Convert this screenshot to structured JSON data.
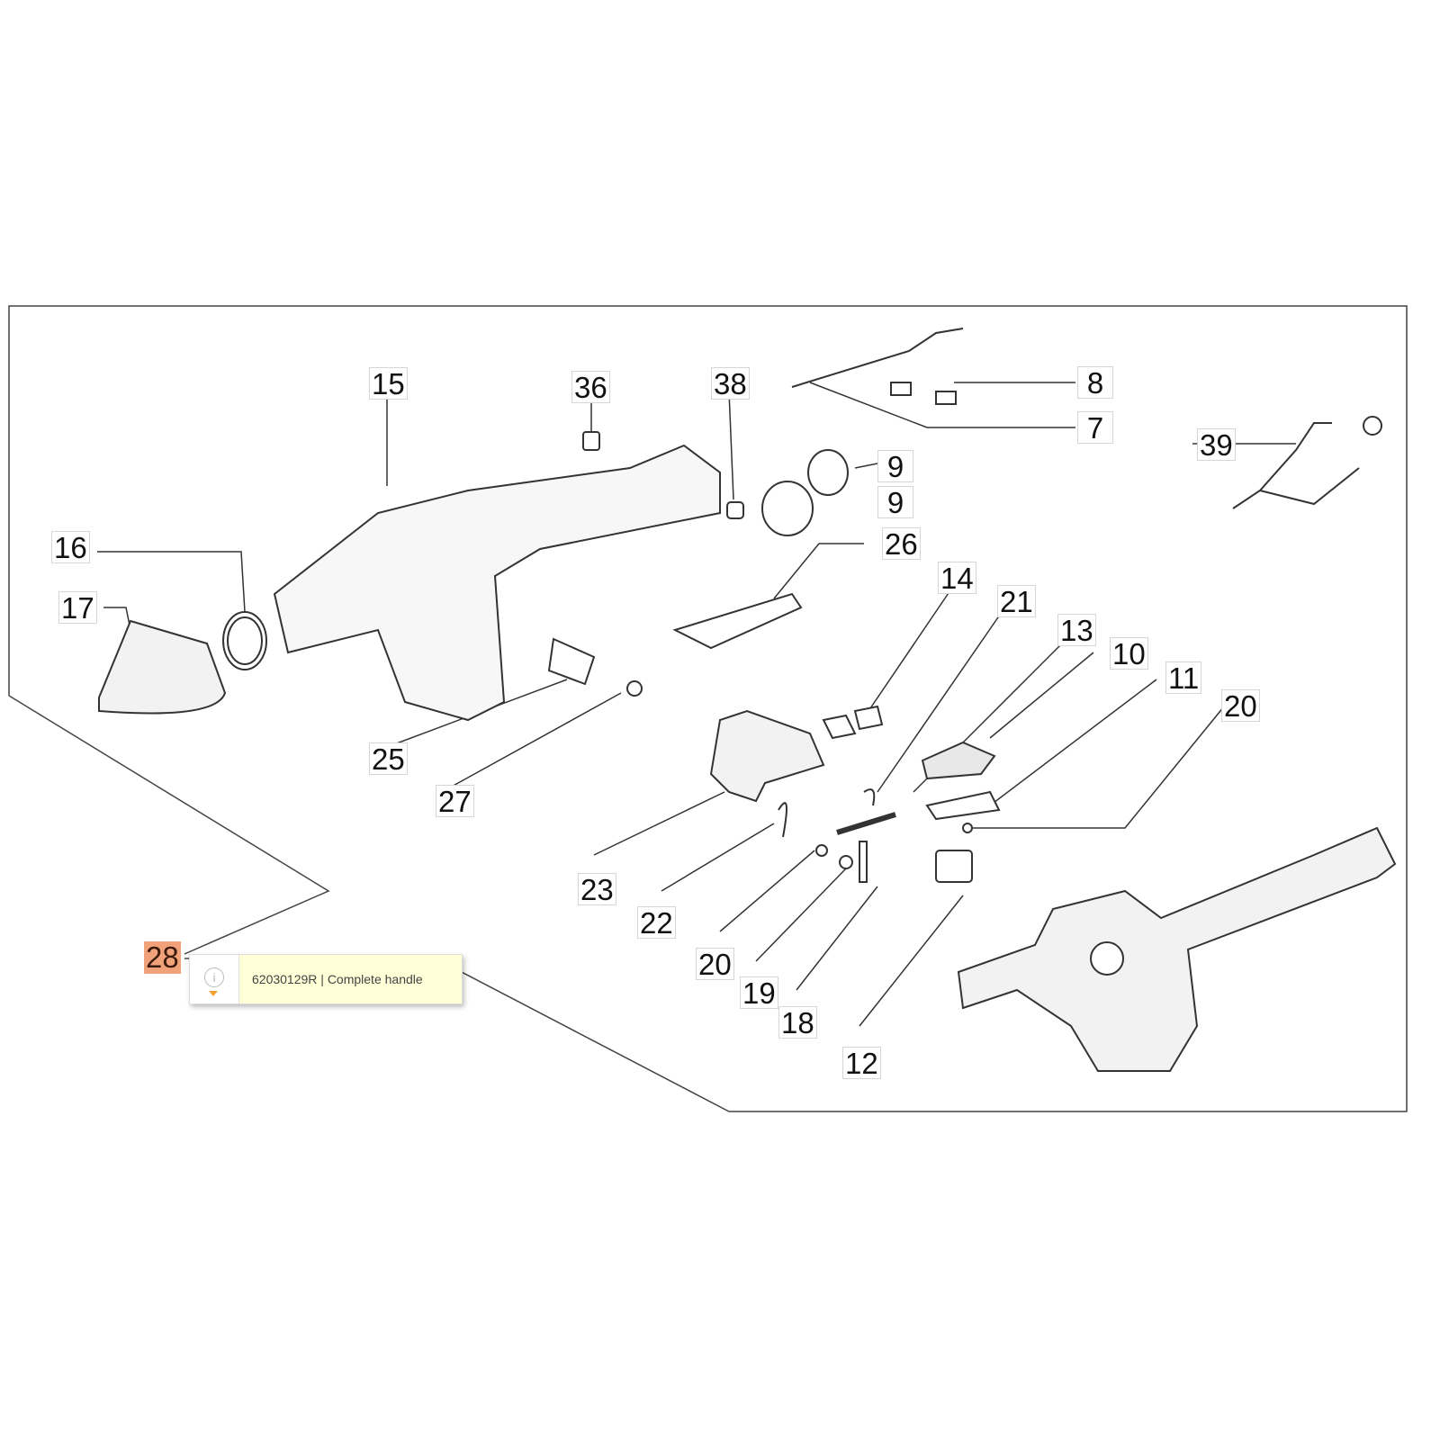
{
  "callouts": [
    "15",
    "36",
    "38",
    "8",
    "7",
    "9",
    "9",
    "39",
    "16",
    "26",
    "17",
    "14",
    "21",
    "13",
    "10",
    "11",
    "20",
    "25",
    "27",
    "23",
    "22",
    "20",
    "19",
    "18",
    "12",
    "28"
  ],
  "selected_callout": "28",
  "tooltip": {
    "icon": "info-icon",
    "text": "62030129R | Complete handle"
  },
  "colors": {
    "highlight": "#f2a27a",
    "tooltip_bg": "#ffffd8",
    "line": "#333333"
  }
}
